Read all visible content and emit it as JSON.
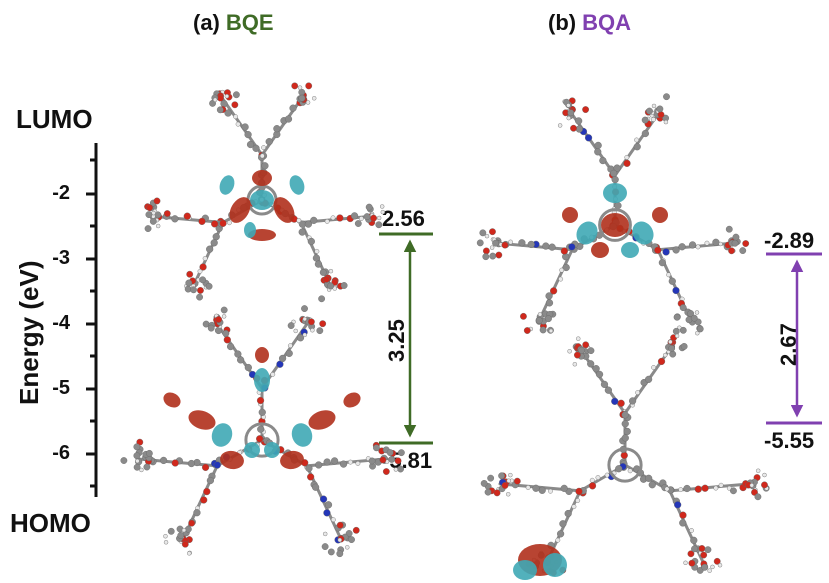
{
  "panels": [
    {
      "letter": "(a)",
      "name": "BQE",
      "color": "#3f6b26"
    },
    {
      "letter": "(b)",
      "name": "BQA",
      "color": "#8040b0"
    }
  ],
  "axis": {
    "label": "Energy (eV)",
    "top_label": "LUMO",
    "bottom_label": "HOMO",
    "ticks": [
      "-2",
      "-3",
      "-4",
      "-5",
      "-6"
    ]
  },
  "levels": {
    "bqe": {
      "lumo": "2.56",
      "homo": "-5.81",
      "gap": "3.25"
    },
    "bqa": {
      "lumo": "-2.89",
      "homo": "-5.55",
      "gap": "2.67"
    }
  },
  "colors": {
    "bqe": "#3f6b26",
    "bqa": "#8040b0",
    "orbital_red": "#b0301c",
    "orbital_cyan": "#3fa9b5",
    "carbon": "#8a8a8a",
    "oxygen": "#d0281c",
    "nitrogen": "#2436b8",
    "hydrogen": "#e8e8e8"
  }
}
